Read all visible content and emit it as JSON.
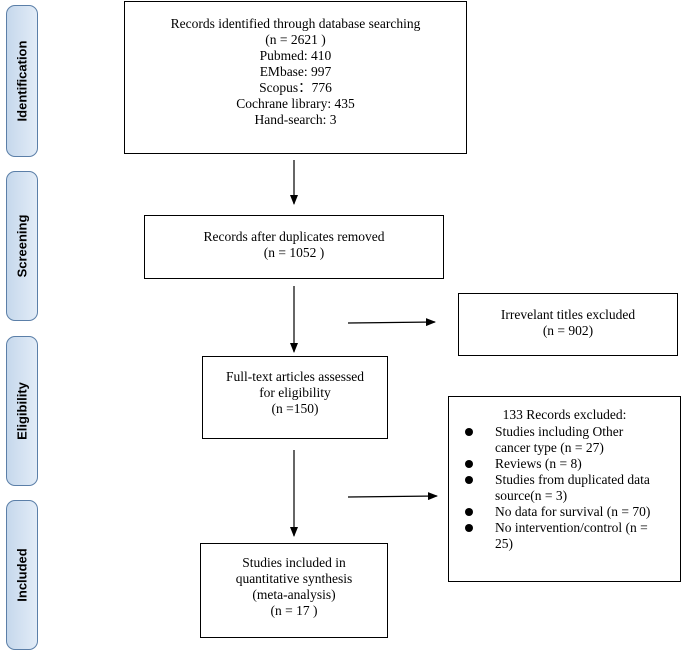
{
  "stages": {
    "identification": "Identification",
    "screening": "Screening",
    "eligibility": "Eligibility",
    "included": "Included"
  },
  "identified": {
    "lines": [
      "Records identified through database searching",
      "(n =  2621 )",
      "Pubmed: 410",
      "EMbase: 997",
      "Scopus：776",
      "Cochrane library: 435",
      "Hand-search:  3"
    ]
  },
  "dedup": {
    "lines": [
      "Records after duplicates removed",
      "(n = 1052 )"
    ]
  },
  "irrelevant": {
    "lines": [
      "Irrevelant titles excluded",
      "(n = 902)"
    ]
  },
  "fulltext": {
    "lines": [
      "Full-text articles assessed",
      "for eligibility",
      "(n =150)"
    ]
  },
  "excluded": {
    "header": "133 Records excluded:",
    "items": [
      {
        "lines": [
          "Studies including Other",
          "cancer type (n = 27)"
        ]
      },
      {
        "lines": [
          "Reviews (n = 8)"
        ]
      },
      {
        "lines": [
          "Studies from duplicated data",
          "source(n = 3)"
        ]
      },
      {
        "lines": [
          "No data for survival (n = 70)"
        ]
      },
      {
        "lines": [
          "No intervention/control (n =",
          "25)"
        ]
      }
    ]
  },
  "included": {
    "lines": [
      "Studies included in",
      "quantitative synthesis",
      "(meta-analysis)",
      "(n = 17 )"
    ]
  }
}
